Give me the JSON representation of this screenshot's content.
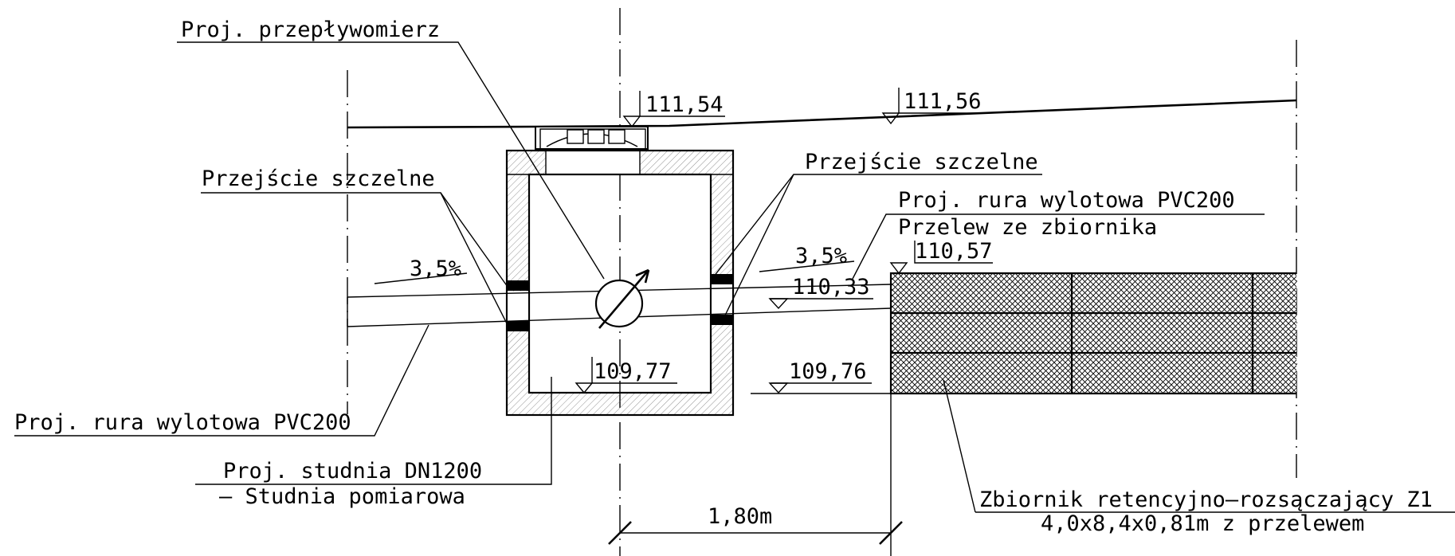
{
  "labels": {
    "flowmeter": "Proj. przepływomierz",
    "seal_left": "Przejście szczelne",
    "seal_right": "Przejście szczelne",
    "outlet_pipe_right": "Proj. rura wylotowa PVC200",
    "overflow": "Przelew ze zbiornika",
    "outlet_pipe_left": "Proj. rura wylotowa PVC200",
    "well_line1": "Proj. studnia DN1200",
    "well_line2": "– Studnia pomiarowa",
    "tank_line1": "Zbiornik retencyjno–rozsączający Z1",
    "tank_line2": "4,0x8,4x0,81m z przelewem"
  },
  "elevations": {
    "manhole_top": "111,54",
    "ground_right": "111,56",
    "overflow_level": "110,57",
    "pipe_outlet": "110,33",
    "well_bottom": "109,77",
    "tank_bottom": "109,76"
  },
  "slopes": {
    "left": "3,5%",
    "right": "3,5%"
  },
  "dimension": {
    "distance": "1,80m"
  }
}
